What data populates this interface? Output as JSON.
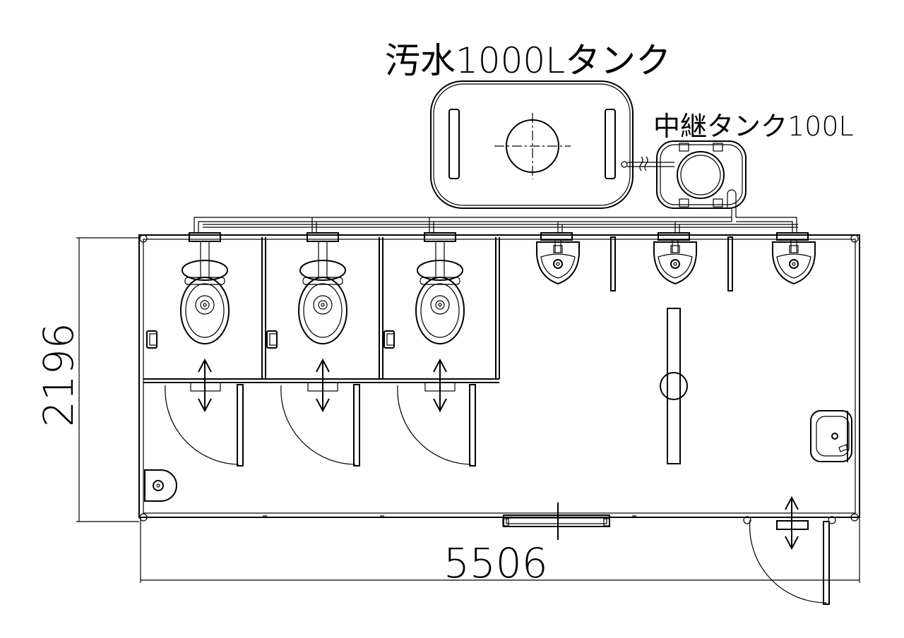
{
  "labels": {
    "main_tank": "汚水1000Lタンク",
    "relay_tank": "中継タンク100L",
    "dim_height": "2196",
    "dim_width": "5506"
  },
  "colors": {
    "line": "#000000",
    "background": "#ffffff"
  }
}
